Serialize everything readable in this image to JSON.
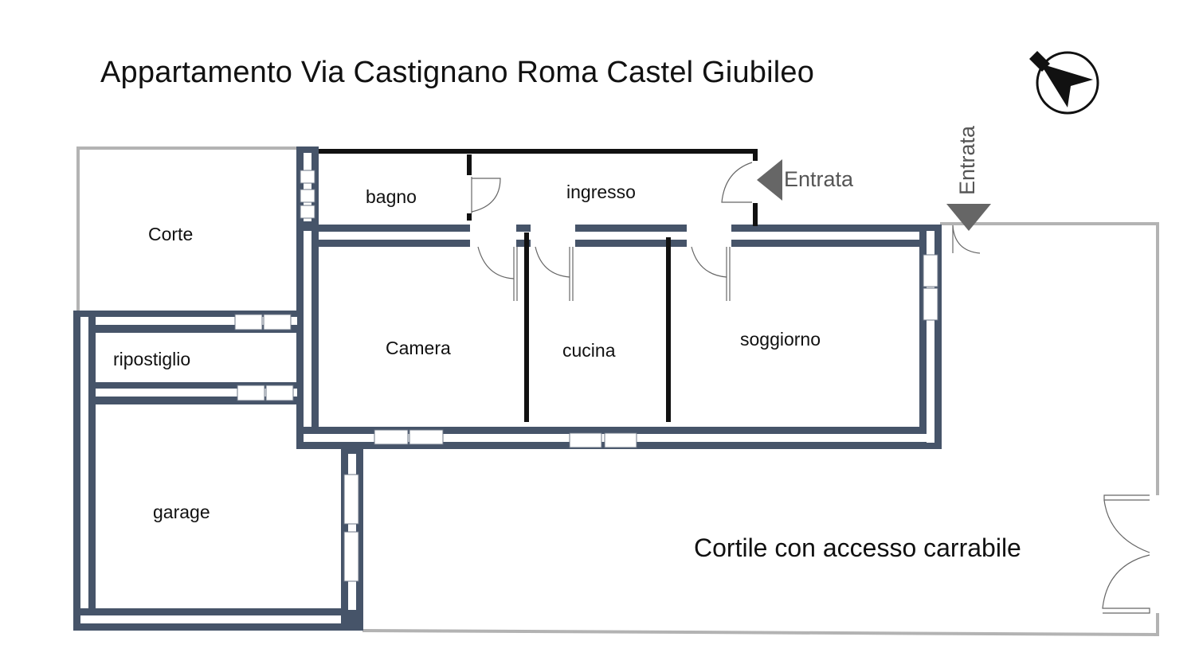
{
  "title": "Appartamento Via Castignano Roma Castel Giubileo",
  "rooms": {
    "corte": "Corte",
    "bagno": "bagno",
    "ingresso": "ingresso",
    "ripostiglio": "ripostiglio",
    "camera": "Camera",
    "cucina": "cucina",
    "soggiorno": "soggiorno",
    "garage": "garage",
    "cortile": "Cortile  con accesso carrabile"
  },
  "entrances": {
    "front": "Entrata",
    "side": "Entrata"
  },
  "colors": {
    "wall": "#465469",
    "partition": "#111111",
    "boundary": "#b3b3b3",
    "arrow": "#666666"
  },
  "icons": {
    "compass": "north-arrow-icon"
  }
}
